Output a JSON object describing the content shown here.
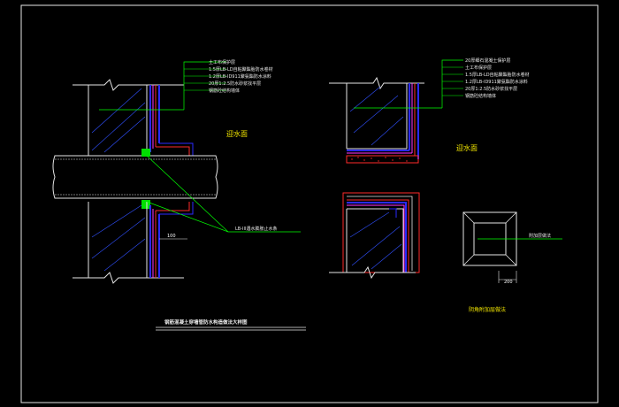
{
  "colors": {
    "background": "#000000",
    "frame": "#e6e6e6",
    "wall": "#e6e6e6",
    "leader": "#00ff00",
    "membrane_blue": "#2a2aff",
    "membrane_red": "#ff2a2a",
    "membrane_magenta": "#ff33ff",
    "text_yellow": "#f2e600",
    "hatch_blue": "#3050ff"
  },
  "left_detail": {
    "layers": [
      "土工布保护层",
      "1.5厚LB-LD自粘聚酯胎防水卷材",
      "1.2厚LB-ID911聚氨酯防水涂料",
      "20厚1:2.5防水砂浆找平层",
      "钢筋砼结构墙体"
    ],
    "label_waterside": "迎水面",
    "label_sealant": "LB-III遇水膨胀止水条",
    "dim_100": "100",
    "title": "钢筋混凝土穿墙管防水构造做法大样图"
  },
  "right_top_detail": {
    "layers": [
      "20厚细石混凝土保护层",
      "土工布保护层",
      "1.5厚LB-LD自粘聚酯胎防水卷材",
      "1.2厚LB-ID911聚氨酯防水涂料",
      "20厚1:2.5防水砂浆找平层",
      "钢筋砼结构墙体"
    ],
    "label_waterside": "迎水面"
  },
  "corner_detail": {
    "label_block": "附加层做法",
    "dim_200": "200",
    "caption": "阴角附加层做法"
  }
}
